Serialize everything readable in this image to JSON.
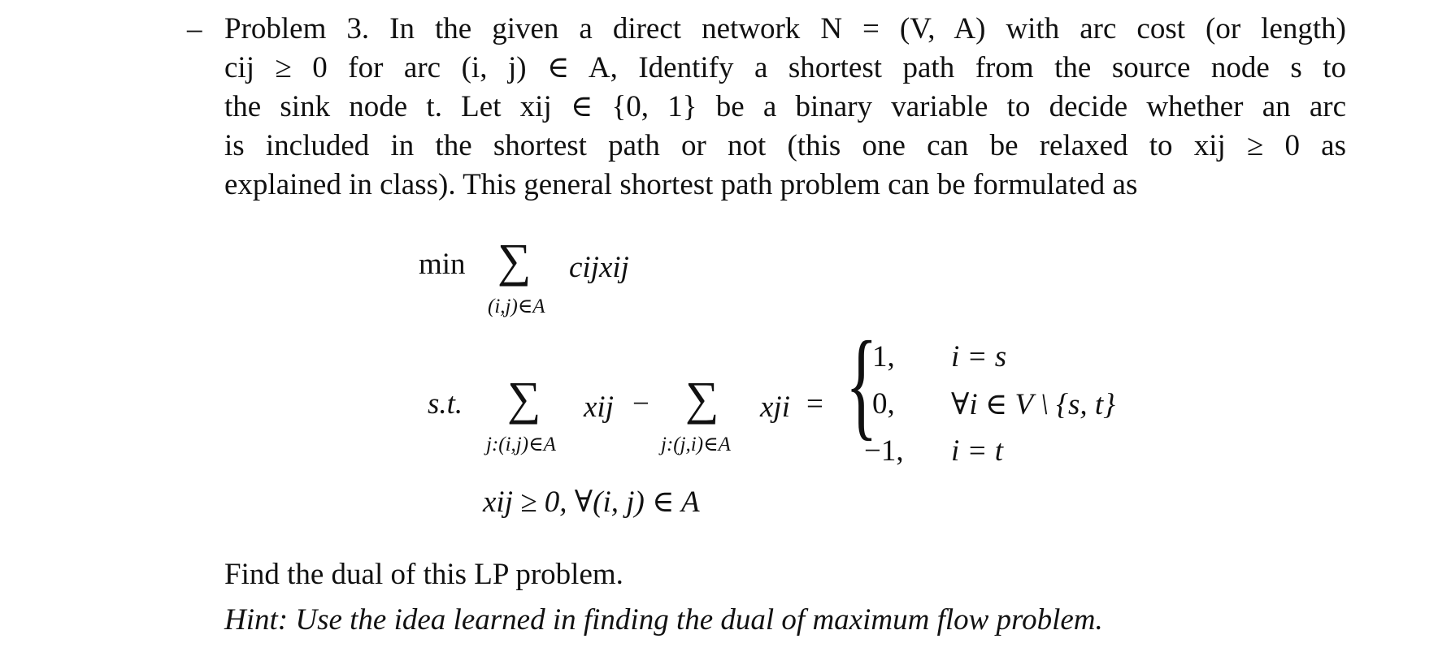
{
  "problem": {
    "bullet": "–",
    "lines": [
      "Problem 3. In the given a direct network N = (V, A) with arc cost (or length)",
      "cij ≥ 0 for arc (i, j) ∈ A, Identify a shortest path from the source node s to",
      "the sink node t. Let xij ∈ {0, 1} be a binary variable to decide whether an arc",
      "is included in the shortest path or not (this one can be relaxed to xij ≥ 0 as",
      "explained in class). This general shortest path problem can be formulated as"
    ]
  },
  "formulation": {
    "objective": {
      "op": "min",
      "sigma": "∑",
      "term": "cijxij",
      "index": "(i,j)∈A"
    },
    "constraint": {
      "label": "s.t.",
      "sigma1": "∑",
      "term1": "xij",
      "index1": "j:(i,j)∈A",
      "minus": "−",
      "sigma2": "∑",
      "term2": "xji",
      "index2": "j:(j,i)∈A",
      "equals": "=",
      "brace": "{",
      "cases": [
        {
          "value": "1,",
          "condition": "i = s"
        },
        {
          "value": "0,",
          "condition": "∀i ∈ V \\ {s, t}"
        },
        {
          "value": "−1,",
          "condition": "i = t"
        }
      ]
    },
    "nonneg": "xij ≥ 0, ∀(i, j) ∈ A"
  },
  "question": "Find the dual of this LP problem.",
  "hint": "Hint: Use the idea learned in finding the dual of maximum flow problem."
}
